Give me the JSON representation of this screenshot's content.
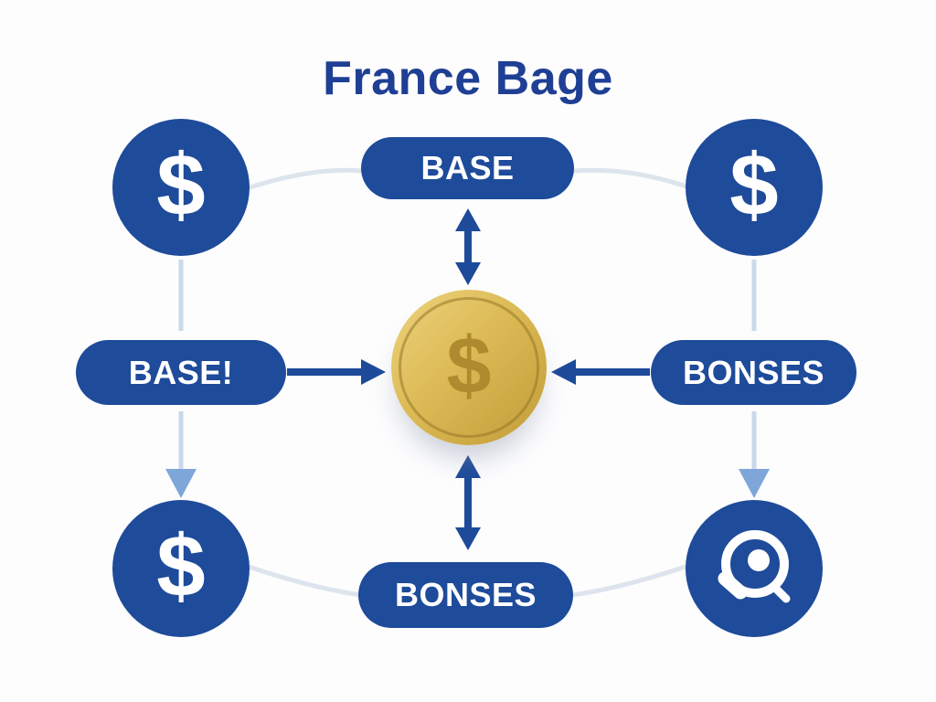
{
  "title": "France Bage",
  "nodes": {
    "pill_top": {
      "label": "BASE"
    },
    "pill_left": {
      "label": "BASE!"
    },
    "pill_right": {
      "label": "BONSES"
    },
    "pill_bottom": {
      "label": "BONSES"
    },
    "circle_top_left": {
      "glyph": "$",
      "icon": "dollar-icon"
    },
    "circle_top_right": {
      "glyph": "$",
      "icon": "dollar-icon"
    },
    "circle_bottom_left": {
      "glyph": "$",
      "icon": "dollar-icon"
    },
    "circle_bottom_right": {
      "icon": "magnifier-icon"
    },
    "coin": {
      "glyph": "$",
      "icon": "gold-coin-icon"
    }
  },
  "colors": {
    "primary_blue": "#1e4b9a",
    "title_blue": "#1e3f94",
    "arrow_dark_blue": "#1d4a99",
    "light_connector": "#dde4ed",
    "light_arrow_line": "#c9d8ea",
    "light_arrowhead": "#7fa6d9",
    "coin_gold_light": "#eed47f",
    "coin_gold_dark": "#c29c38",
    "coin_symbol_gold": "#ae8b2e",
    "background": "#fdfdfe"
  }
}
